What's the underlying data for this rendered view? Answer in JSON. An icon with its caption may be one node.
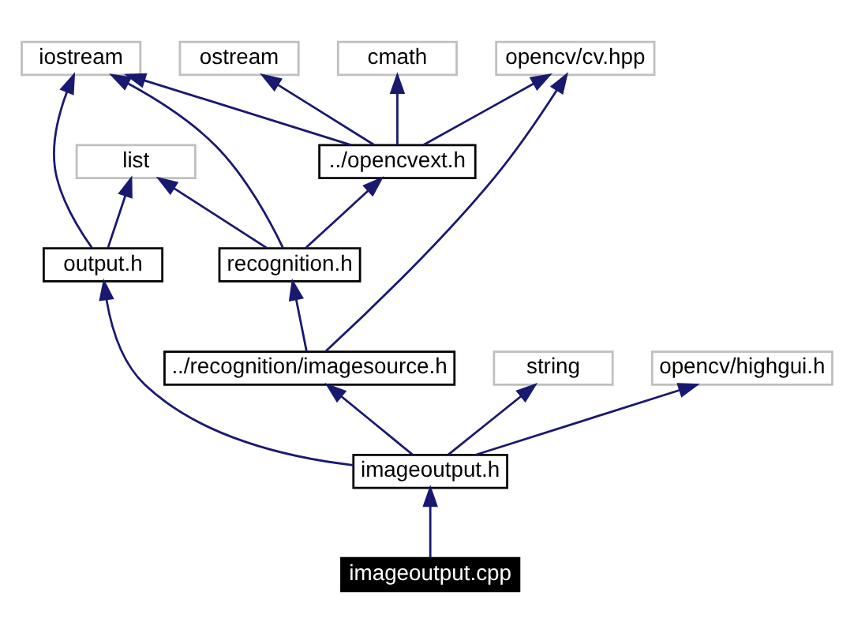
{
  "diagram": {
    "nodes": [
      {
        "text": [
          "opencv/cv.hpp"
        ]
      },
      {
        "text": [
          "cmath"
        ]
      },
      {
        "text": [
          "ostream"
        ]
      },
      {
        "text": [
          "iostream"
        ]
      },
      {
        "text": [
          "../opencvext.h"
        ]
      },
      {
        "text": [
          "list"
        ]
      },
      {
        "text": [
          "recognition.h"
        ]
      },
      {
        "text": [
          "output.h"
        ]
      },
      {
        "text": [
          "../recognition/imagesource.h"
        ]
      },
      {
        "text": [
          "string"
        ]
      },
      {
        "text": [
          "opencv/highgui.h"
        ]
      },
      {
        "text": [
          "imageoutput.h"
        ]
      },
      {
        "text": [
          "imageoutput.cpp"
        ]
      }
    ],
    "edges": [
      {
        "from": 4,
        "to": 0,
        "arrow": "to"
      },
      {
        "from": 4,
        "to": 1,
        "arrow": "to"
      },
      {
        "from": 4,
        "to": 2,
        "arrow": "to"
      },
      {
        "from": 4,
        "to": 3,
        "arrow": "to"
      },
      {
        "from": 6,
        "to": 4,
        "arrow": "to"
      },
      {
        "from": 6,
        "to": 5,
        "arrow": "to"
      },
      {
        "from": 6,
        "to": 3,
        "arrow": "to"
      },
      {
        "from": 7,
        "to": 5,
        "arrow": "to"
      },
      {
        "from": 7,
        "to": 3,
        "arrow": "to"
      },
      {
        "from": 8,
        "to": 0,
        "arrow": "to"
      },
      {
        "from": 8,
        "to": 6,
        "arrow": "to"
      },
      {
        "from": 11,
        "to": 8,
        "arrow": "to"
      },
      {
        "from": 11,
        "to": 7,
        "arrow": "to"
      },
      {
        "from": 11,
        "to": 9,
        "arrow": "to"
      },
      {
        "from": 11,
        "to": 10,
        "arrow": "to"
      },
      {
        "from": 12,
        "to": 11,
        "arrow": "to"
      }
    ]
  }
}
